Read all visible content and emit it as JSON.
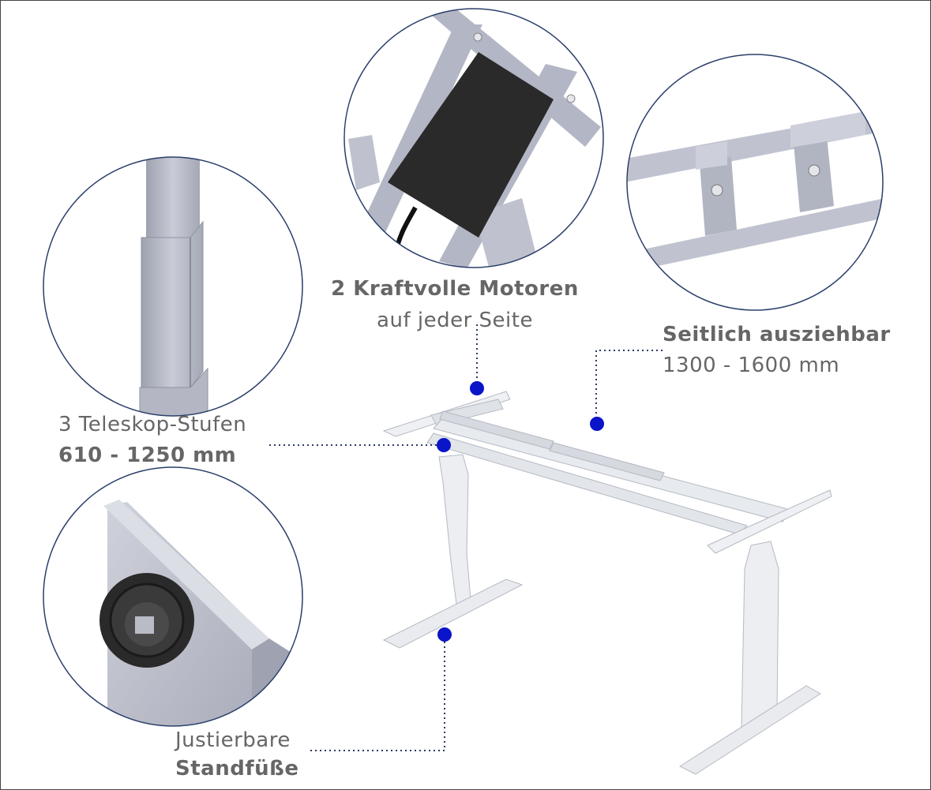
{
  "colors": {
    "text": "#666666",
    "marker": "#0a14c8",
    "dotted_line": "#2b3a66",
    "circle_border": "#2b3f6b",
    "frame_metal": "#dfe3e8",
    "detail_metal": "#b9bcc9",
    "motor_box": "#2a2a2a"
  },
  "icons": {
    "marker": "blue-dot-marker-icon"
  },
  "labels": {
    "motors": {
      "title": "2 Kraftvolle Motoren",
      "subtitle": "auf jeder Seite"
    },
    "extendable": {
      "title": "Seitlich ausziehbar",
      "subtitle": "1300 - 1600 mm"
    },
    "telescopic": {
      "title": "3 Teleskop-Stufen",
      "subtitle": "610 - 1250 mm"
    },
    "feet": {
      "title": "Justierbare",
      "subtitle": "Standfüße"
    }
  }
}
